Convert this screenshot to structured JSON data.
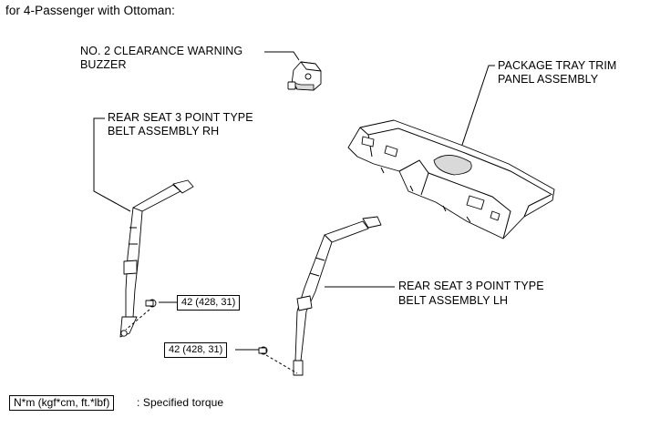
{
  "header": "for 4-Passenger with Ottoman:",
  "labels": {
    "buzzer_line1": "NO. 2 CLEARANCE WARNING",
    "buzzer_line2": "BUZZER",
    "package_tray_line1": "PACKAGE TRAY TRIM",
    "package_tray_line2": "PANEL ASSEMBLY",
    "belt_rh_line1": "REAR SEAT 3 POINT TYPE",
    "belt_rh_line2": "BELT ASSEMBLY RH",
    "belt_lh_line1": "REAR SEAT 3 POINT TYPE",
    "belt_lh_line2": "BELT ASSEMBLY LH"
  },
  "torques": {
    "rh_anchor": "42 (428, 31)",
    "lh_anchor": "42 (428, 31)"
  },
  "legend": {
    "units": "N*m (kgf*cm, ft.*lbf)",
    "description": ": Specified torque"
  }
}
